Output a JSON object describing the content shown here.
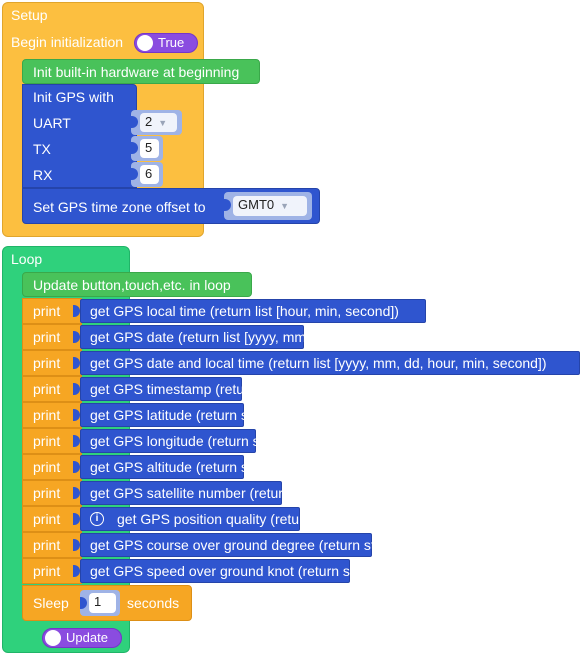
{
  "setup": {
    "title": "Setup",
    "begin_label": "Begin initialization",
    "begin_toggle": "True",
    "init_hw_label": "Init built-in hardware at beginning",
    "init_gps_label": "Init GPS with",
    "uart_label": "UART",
    "uart_value": "2",
    "tx_label": "TX",
    "tx_value": "5",
    "rx_label": "RX",
    "rx_value": "6",
    "timezone_label": "Set GPS time zone offset to",
    "timezone_value": "GMT0"
  },
  "loop": {
    "title": "Loop",
    "update_label": "Update button,touch,etc. in loop",
    "print_label": "print",
    "prints": [
      "get GPS local time (return list [hour, min, second])",
      "get GPS date (return list [yyyy, mm, dd])",
      "get GPS date and local time (return list [yyyy, mm, dd, hour, min, second])",
      "get GPS timestamp (return int)",
      "get GPS latitude (return string)",
      "get GPS longitude (return string)",
      "get GPS altitude (return string)",
      "get GPS satellite number (return int)",
      "get GPS position quality (return int)",
      "get GPS course over ground degree (return string)",
      "get GPS speed over ground knot (return string)"
    ],
    "sleep_label": "Sleep",
    "sleep_value": "1",
    "sleep_unit": "seconds",
    "update_toggle": "Update"
  },
  "icons": {
    "info": "info-icon"
  },
  "colors": {
    "setup": "#fcbf40",
    "loop": "#2fd17c",
    "hardware": "#49c25a",
    "gps": "#2f55cf",
    "print": "#f6a623",
    "toggle": "#8a4ce0"
  }
}
